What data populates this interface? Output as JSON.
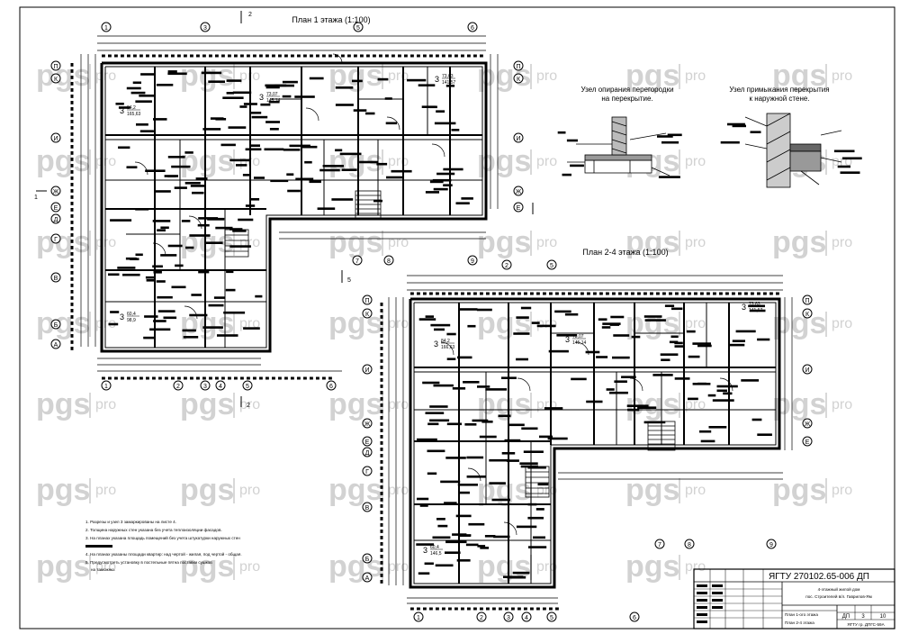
{
  "sheet": {
    "plan1_title": "План 1 этажа (1:100)",
    "plan2_title": "План 2-4 этажа (1:100)",
    "detail1_title_l1": "Узел опирания перегородки",
    "detail1_title_l2": "на перекрытие.",
    "detail2_title_l1": "Узел примыкания перекрытия",
    "detail2_title_l2": "к наружной стене."
  },
  "watermark": {
    "text_a": "pgs",
    "text_b": "pro"
  },
  "axes_plan1": {
    "top": [
      "1",
      "3",
      "5",
      "6"
    ],
    "bottom": [
      "1",
      "2",
      "3",
      "4",
      "5",
      "6"
    ],
    "bottom_mid": [
      "7",
      "8",
      "9"
    ],
    "left": [
      "П",
      "К",
      "И",
      "Ж",
      "Е",
      "Д",
      "Г",
      "В",
      "Б",
      "А"
    ],
    "right": [
      "П",
      "К",
      "И",
      "Ж",
      "Е"
    ]
  },
  "axes_plan2": {
    "top": [
      "2",
      "5"
    ],
    "bottom": [
      "1",
      "2",
      "3",
      "4",
      "5",
      "6"
    ],
    "bottom_mid": [
      "7",
      "8",
      "9"
    ],
    "left": [
      "П",
      "К",
      "И",
      "Ж",
      "Е",
      "Д",
      "Г",
      "В",
      "Б",
      "А"
    ],
    "right": [
      "П",
      "К",
      "И",
      "Ж",
      "Е"
    ]
  },
  "section_marks": [
    "2",
    "1",
    "5"
  ],
  "rooms": [
    {
      "n": "3",
      "a": "84,2",
      "b": "165,63"
    },
    {
      "n": "3",
      "a": "73,07",
      "b": "145,14"
    },
    {
      "n": "3",
      "a": "73,63",
      "b": "141,57"
    },
    {
      "n": "3",
      "a": "60,4",
      "b": "98,9"
    },
    {
      "n": "3",
      "a": "84,2",
      "b": "166,63"
    },
    {
      "n": "3",
      "a": "73,07",
      "b": "145,14"
    },
    {
      "n": "3",
      "a": "73,63",
      "b": "141,57"
    },
    {
      "n": "3",
      "a": "60,4",
      "b": "146,5"
    }
  ],
  "notes": [
    "1. Разрезы и узел 3 замаркированы на листе 4.",
    "2. Толщина наружных стен указана без учета теплоизоляции фасадов.",
    "3. На планах указана площадь помещений без учета штукатурки наружных стен",
    "4. На планах указаны площади квартир: над чертой - жилая, под чертой - общая.",
    "5. Предусмотреть установку в постельные пятна поставки сушков",
    "на таможню."
  ],
  "titleblock": {
    "code": "ЯГТУ 270102.65-006 ДП",
    "object_l1": "4-этажный жилой дом",
    "object_l2": "пос. Строителей в/л. Гаврилов-Ям",
    "sheet_l1": "План 1-ого этажа",
    "sheet_l2": "План 2-4 этажа",
    "stage_label": "ДП",
    "sheet_no": "3",
    "sheets_total": "10",
    "org": "ЯГТУ гр. ДПГС-59А"
  }
}
